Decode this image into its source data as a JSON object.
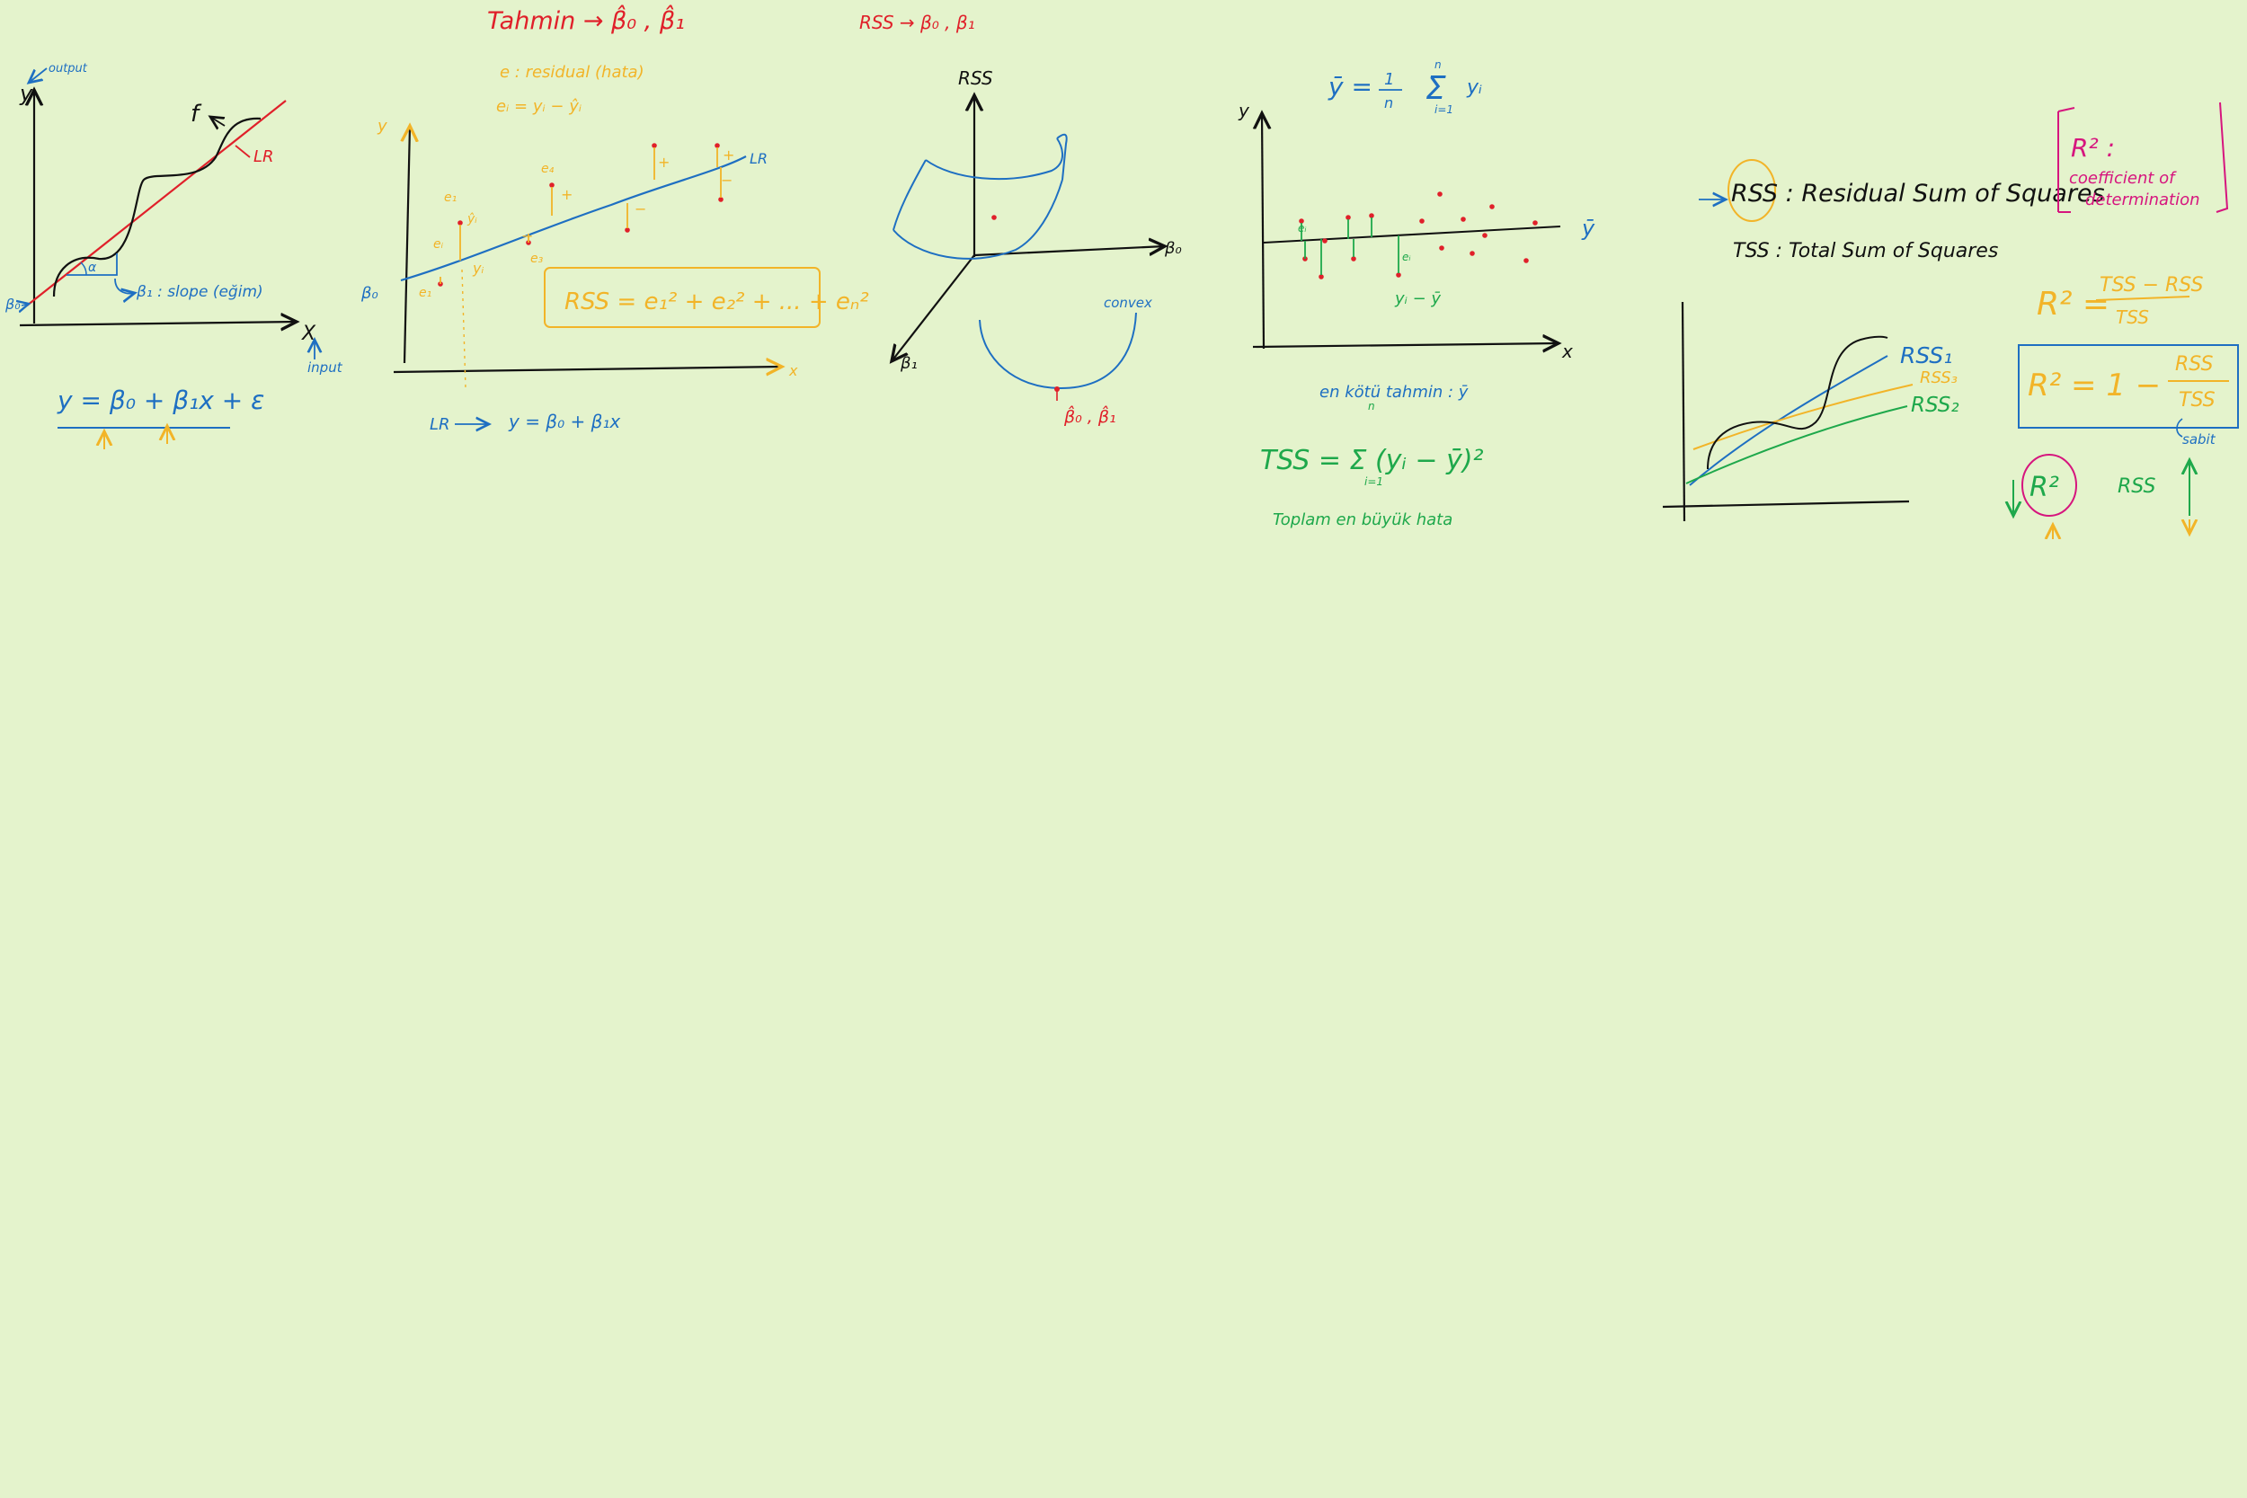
{
  "canvas": {
    "background": "#E4F3CC"
  },
  "colors": {
    "black": "#111111",
    "blue": "#1E6FC2",
    "red": "#E0202A",
    "yellow": "#F2B428",
    "green": "#1EA84B",
    "magenta": "#D6157E"
  },
  "panel1": {
    "y_label": "y",
    "output_label": "output",
    "f_label": "f",
    "lr_label": "LR",
    "alpha_label": "α",
    "beta0_label": "β₀",
    "slope_label": "β₁ : slope (eğim)",
    "x_label": "X",
    "input_label": "input",
    "model_equation": "y = β₀ + β₁x + ε"
  },
  "panel2": {
    "title": "Tahmin → β̂₀ , β̂₁",
    "residual_def": "e : residual (hata)",
    "residual_formula": "eᵢ = yᵢ − ŷᵢ",
    "y_label": "y",
    "x_label": "x",
    "lr_label": "LR",
    "beta0_label": "β₀",
    "e1_label": "e₁",
    "ei_label": "eᵢ",
    "yi_hat_label": "ŷᵢ",
    "yi_label": "yᵢ",
    "ei_small_label": "eᵢ",
    "e4_label": "e₄",
    "e3_label": "e₃",
    "plus_sign": "+",
    "minus_sign": "−",
    "rss_formula": "RSS = e₁² + e₂² + ... + eₙ²",
    "lr_equation_prefix": "LR",
    "lr_equation": "y = β₀ + β₁x"
  },
  "panel3": {
    "title": "RSS → β₀ , β₁",
    "rss_axis": "RSS",
    "beta0_axis": "β₀",
    "beta1_axis": "β₁",
    "convex_label": "convex",
    "min_label": "β̂₀ , β̂₁"
  },
  "panel4": {
    "mean_formula_lhs": "ȳ =",
    "mean_formula_frac_num": "1",
    "mean_formula_frac_den": "n",
    "mean_formula_sum": "Σ",
    "mean_formula_sub": "i=1",
    "mean_formula_sup": "n",
    "mean_formula_term": "yᵢ",
    "y_label": "y",
    "x_label": "x",
    "ybar_label": "ȳ",
    "ei_label": "eᵢ",
    "ei_label2": "eᵢ",
    "deviation_label": "yᵢ − ȳ",
    "best_guess": "en kötü tahmin : ȳ",
    "tss_formula": "TSS = Σ (yᵢ − ȳ)²",
    "tss_sub": "i=1",
    "tss_sup": "n",
    "tss_note": "Toplam en büyük hata"
  },
  "panel5": {
    "rss_def": "RSS : Residual Sum of Squares",
    "tss_def": "TSS : Total Sum of Squares",
    "rss1_label": "RSS₁",
    "rss3_label": "RSS₃",
    "rss2_label": "RSS₂"
  },
  "panel6": {
    "r2_box_title": "R² :",
    "r2_box_line1": "coefficient of",
    "r2_box_line2": "determination",
    "r2_formula_lhs": "R² =",
    "r2_formula_num": "TSS − RSS",
    "r2_formula_den": "TSS",
    "r2_boxed_lhs": "R² = 1 −",
    "r2_boxed_num": "RSS",
    "r2_boxed_den": "TSS",
    "sabit_label": "sabit",
    "r2_circle_label": "R²",
    "rss_label": "RSS"
  }
}
